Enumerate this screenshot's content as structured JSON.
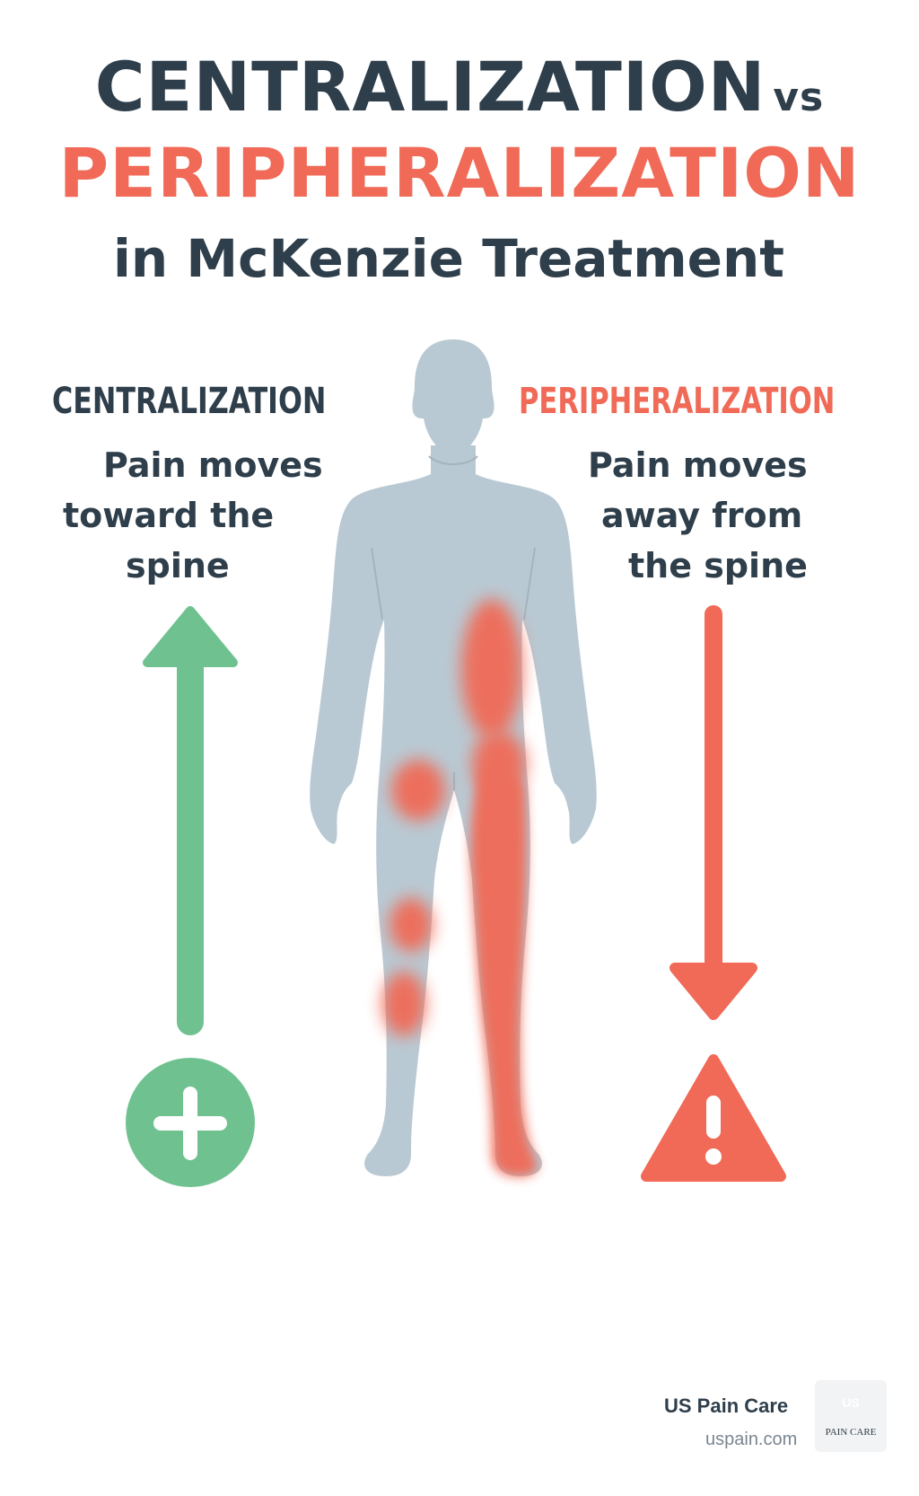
{
  "title": {
    "line1_main": "CENTRALIZATION",
    "line1_vs": "vs",
    "line2": "PERIPHERALIZATION",
    "line3": "in McKenzie Treatment"
  },
  "left": {
    "heading": "CENTRALIZATION",
    "desc": [
      "Pain moves",
      "toward the",
      "spine"
    ],
    "icon": "plus-circle-icon",
    "arrow": "arrow-up-icon"
  },
  "right": {
    "heading": "PERIPHERALIZATION",
    "desc": [
      "Pain moves",
      "away from",
      "the spine"
    ],
    "icon": "warning-triangle-icon",
    "arrow": "arrow-down-icon"
  },
  "brand": {
    "name": "US Pain Care",
    "url": "uspain.com",
    "logo_initials": "US",
    "logo_text": "PAIN CARE"
  },
  "colors": {
    "dark": "#2e3e4b",
    "red": "#f06a57",
    "green": "#6fc28f",
    "body": "#b9c9d3"
  }
}
